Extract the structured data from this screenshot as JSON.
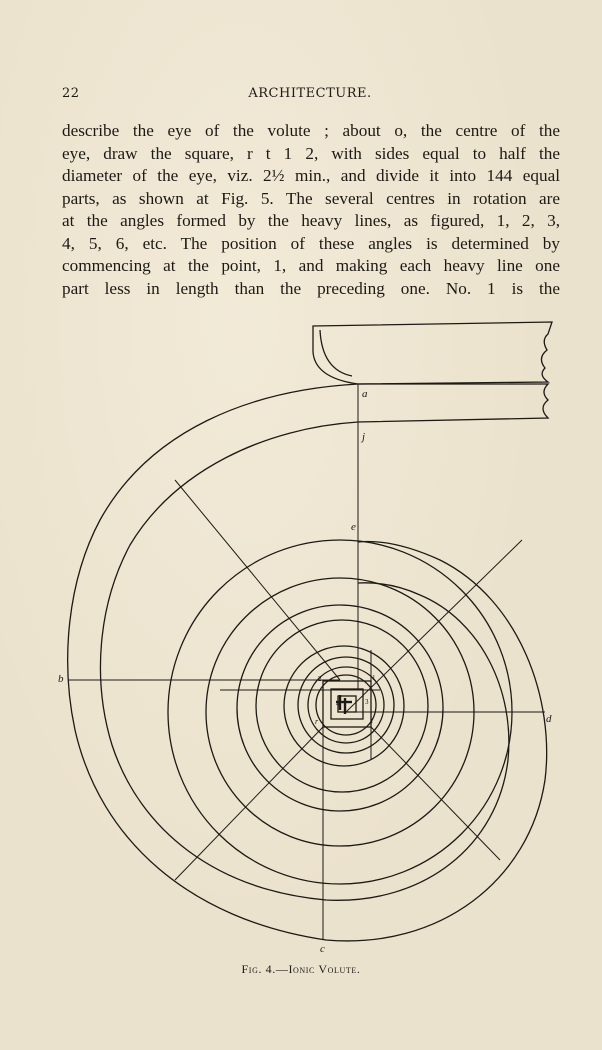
{
  "header": {
    "page_number": "22",
    "running_title": "ARCHITECTURE."
  },
  "body_lines": [
    "describe the eye of the volute ; about o, the centre of the",
    "eye, draw the square, r t 1 2, with sides equal to half the",
    "diameter of the eye, viz. 2½ min., and divide it into 144 equal",
    "parts, as shown at Fig. 5. The several centres in rotation are",
    "at the angles formed by the heavy lines, as figured, 1, 2, 3,",
    "4, 5, 6, etc. The position of these angles is determined by",
    "commencing at the point, 1, and making each heavy line one",
    "part less in length than the preceding one. No. 1 is the"
  ],
  "figure": {
    "labels": {
      "a": "a",
      "j": "j",
      "e": "e",
      "b": "b",
      "d": "d",
      "c": "c",
      "r": "r",
      "t": "t",
      "n1": "1",
      "n2": "2",
      "n3": "3",
      "n4": "4"
    },
    "caption": "Fig. 4.—Ionic Volute."
  },
  "colors": {
    "paper": "#ebe2cd",
    "ink": "#1d1a16"
  }
}
